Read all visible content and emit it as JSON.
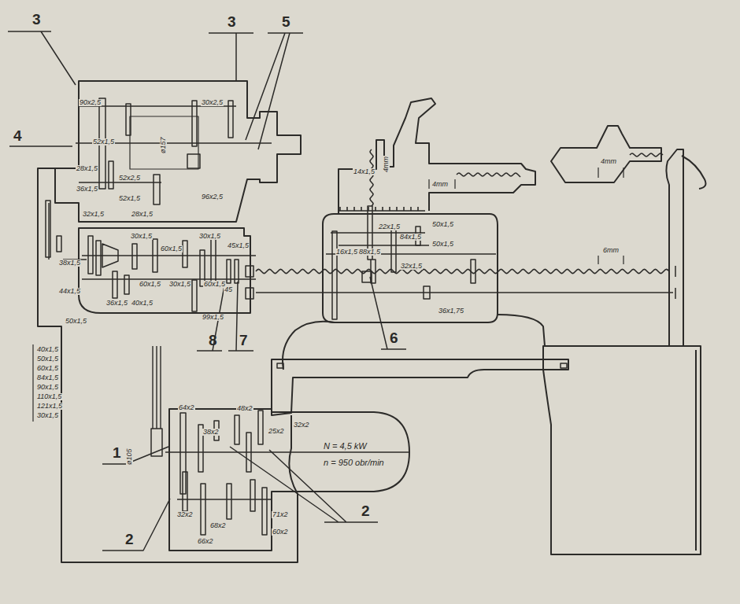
{
  "diagram": {
    "labels": [
      "3",
      "3",
      "5",
      "4",
      "90x2,5",
      "30x2,5",
      "52x1,5",
      "ø157",
      "28x1,5",
      "52x2,5",
      "36x1,5",
      "52x1,5",
      "96x2,5",
      "32x1,5",
      "28x1,5",
      "30x1,5",
      "60x1,5",
      "30x1,5",
      "45x1,5",
      "38x1,5",
      "44x1,5",
      "60x1,5",
      "30x1,5",
      "60x1,5",
      "45",
      "36x1,5",
      "40x1,5",
      "50x1,5",
      "99x1,5",
      "40x1,5",
      "50x1,5",
      "60x1,5",
      "84x1,5",
      "90x1,5",
      "110x1,5",
      "121x1,5",
      "30x1,5",
      "14x1,5",
      "4mm",
      "4mm",
      "4mm",
      "22x1,5",
      "84x1,5",
      "50x1,5",
      "50x1,5",
      "16x1,5",
      "88x1,5",
      "32x1,5",
      "6mm",
      "6",
      "36x1,75",
      "8",
      "7",
      "64x2",
      "38x2",
      "48x2",
      "25x2",
      "32x2",
      "ø105",
      "1",
      "N = 4,5 kW",
      "n = 950 obr/min",
      "32x2",
      "68x2",
      "71x2",
      "66x2",
      "60x2",
      "2",
      "2"
    ]
  }
}
